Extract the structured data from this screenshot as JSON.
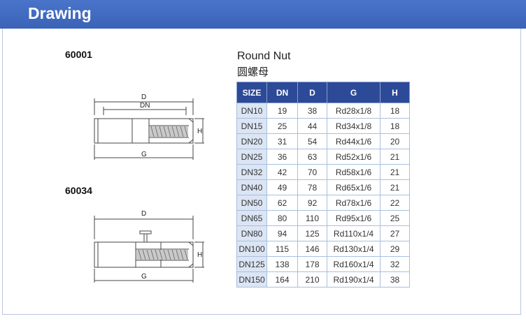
{
  "header": {
    "title": "Drawing"
  },
  "parts": [
    {
      "code": "60001"
    },
    {
      "code": "60034"
    }
  ],
  "drawing_labels": {
    "d": "D",
    "dn": "DN",
    "h": "H",
    "g": "G"
  },
  "table": {
    "title": "Round Nut",
    "subtitle": "圆螺母",
    "columns": [
      "SIZE",
      "DN",
      "D",
      "G",
      "H"
    ],
    "rows": [
      [
        "DN10",
        "19",
        "38",
        "Rd28x1/8",
        "18"
      ],
      [
        "DN15",
        "25",
        "44",
        "Rd34x1/8",
        "18"
      ],
      [
        "DN20",
        "31",
        "54",
        "Rd44x1/6",
        "20"
      ],
      [
        "DN25",
        "36",
        "63",
        "Rd52x1/6",
        "21"
      ],
      [
        "DN32",
        "42",
        "70",
        "Rd58x1/6",
        "21"
      ],
      [
        "DN40",
        "49",
        "78",
        "Rd65x1/6",
        "21"
      ],
      [
        "DN50",
        "62",
        "92",
        "Rd78x1/6",
        "22"
      ],
      [
        "DN65",
        "80",
        "110",
        "Rd95x1/6",
        "25"
      ],
      [
        "DN80",
        "94",
        "125",
        "Rd110x1/4",
        "27"
      ],
      [
        "DN100",
        "115",
        "146",
        "Rd130x1/4",
        "29"
      ],
      [
        "DN125",
        "138",
        "178",
        "Rd160x1/4",
        "32"
      ],
      [
        "DN150",
        "164",
        "210",
        "Rd190x1/4",
        "38"
      ]
    ]
  },
  "colors": {
    "header": "#3a63b8",
    "table_header": "#2c4a97",
    "size_column": "#dbe5f4",
    "grid": "#a9bfdc"
  }
}
